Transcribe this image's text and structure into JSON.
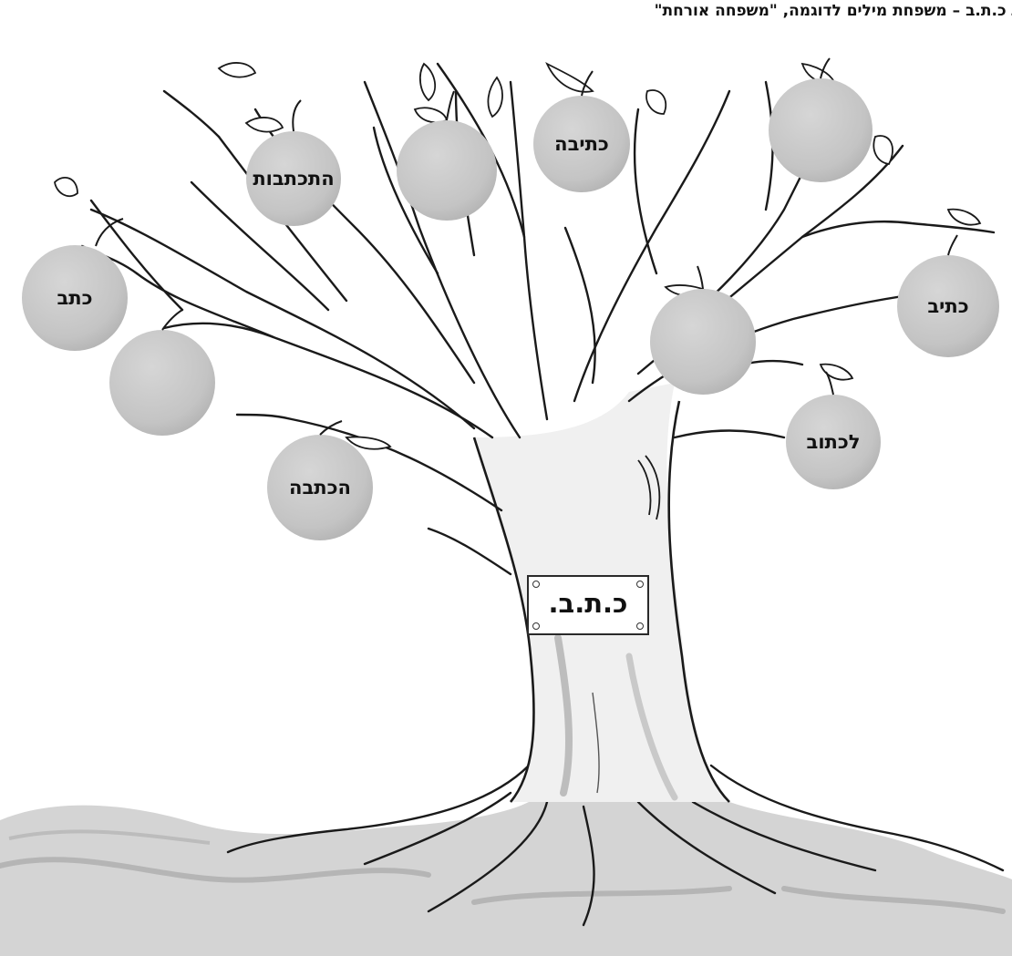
{
  "title": "ⲁ כ.ת.ב – משפחת מילים לדוגמה, \"משפחה אורחת\"",
  "root_sign": "כ.ת.ב.",
  "fruits": [
    {
      "id": "katav",
      "label": "כתב"
    },
    {
      "id": "hitkatvut",
      "label": "התכתבות"
    },
    {
      "id": "blank-top-center",
      "label": ""
    },
    {
      "id": "ktiva",
      "label": "כתיבה"
    },
    {
      "id": "blank-top-right",
      "label": ""
    },
    {
      "id": "kativ",
      "label": "כתיב"
    },
    {
      "id": "blank-left",
      "label": ""
    },
    {
      "id": "blank-center",
      "label": ""
    },
    {
      "id": "lichtov",
      "label": "לכתוב"
    },
    {
      "id": "hachtava",
      "label": "הכתבה"
    }
  ],
  "colors": {
    "fruit_fill": "#c8c8c8",
    "fruit_shade": "#b4b4b4",
    "outline": "#1a1a1a",
    "trunk_fill": "#efefef",
    "ground_fill": "#d2d2d2"
  }
}
